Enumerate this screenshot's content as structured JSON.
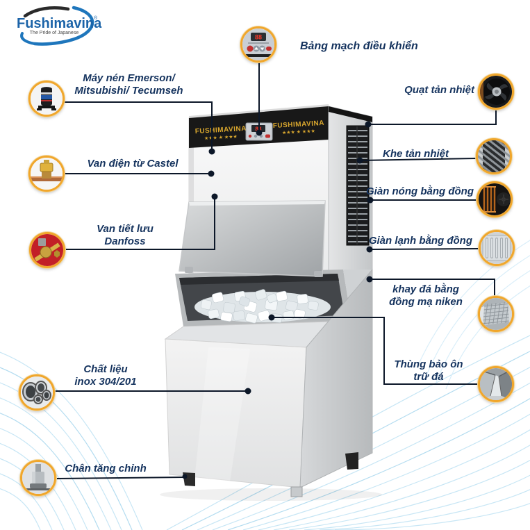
{
  "logo": {
    "name": "Fushimavina",
    "reg": "®",
    "tagline": "The Pride of Japanese"
  },
  "machine": {
    "brand": "FUSHIMAVINA",
    "stars": "★★★ ★ ★★★",
    "display": "88"
  },
  "callouts": {
    "top": {
      "label": "Bảng mạch điều khiển",
      "icon": "control-board-icon"
    },
    "left": [
      {
        "label": "Máy nén Emerson/\nMitsubishi/ Tecumseh",
        "icon": "compressor-icon"
      },
      {
        "label": "Van điện từ Castel",
        "icon": "solenoid-valve-icon"
      },
      {
        "label": "Van tiết lưu\nDanfoss",
        "icon": "expansion-valve-icon"
      },
      {
        "label": "Chất liệu\ninox 304/201",
        "icon": "inox-pipes-icon"
      },
      {
        "label": "Chân tăng chỉnh",
        "icon": "leveling-foot-icon"
      }
    ],
    "right": [
      {
        "label": "Quạt tản nhiệt",
        "icon": "cooling-fan-icon"
      },
      {
        "label": "Khe tản nhiệt",
        "icon": "heat-vent-icon"
      },
      {
        "label": "Giàn nóng bằng đồng",
        "icon": "copper-condenser-icon"
      },
      {
        "label": "Giàn lạnh bằng đồng",
        "icon": "copper-evaporator-icon"
      },
      {
        "label": "khay đá bằng\nđồng mạ niken",
        "icon": "nickel-ice-tray-icon"
      },
      {
        "label": "Thùng bảo ôn\ntrữ đá",
        "icon": "ice-storage-bin-icon"
      }
    ]
  },
  "colors": {
    "accent_gold": "#F0A62C",
    "label_navy": "#15335E",
    "line_dark": "#0C1728",
    "brand_gold": "#D9A72E",
    "logo_blue": "#1B63A8",
    "wave_blue": "#C7E6F5"
  }
}
